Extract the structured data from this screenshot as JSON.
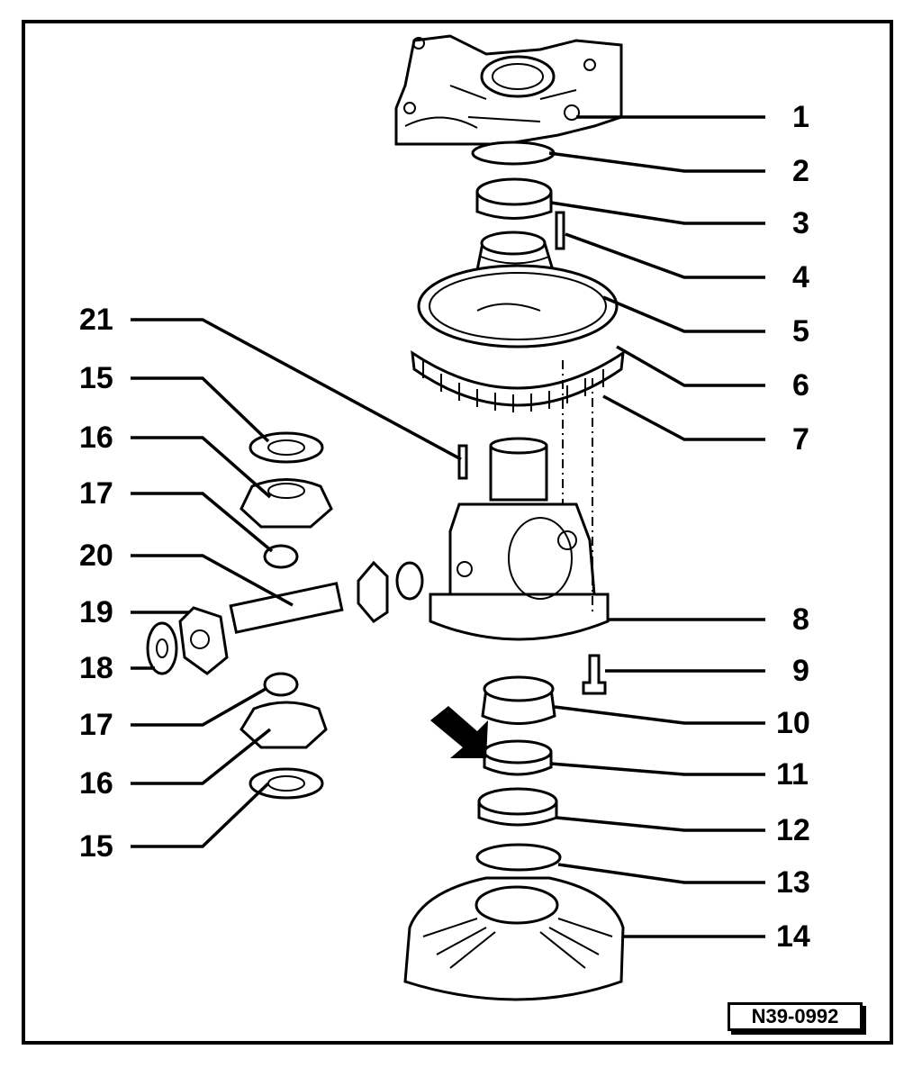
{
  "callouts": {
    "right": [
      "1",
      "2",
      "3",
      "4",
      "5",
      "6",
      "7",
      "8",
      "9",
      "10",
      "11",
      "12",
      "13",
      "14"
    ],
    "left": [
      "21",
      "15",
      "16",
      "17",
      "20",
      "19",
      "18",
      "17",
      "16",
      "15"
    ]
  },
  "reference": "N39-0992",
  "colors": {
    "ink": "#000000",
    "paper": "#ffffff"
  }
}
